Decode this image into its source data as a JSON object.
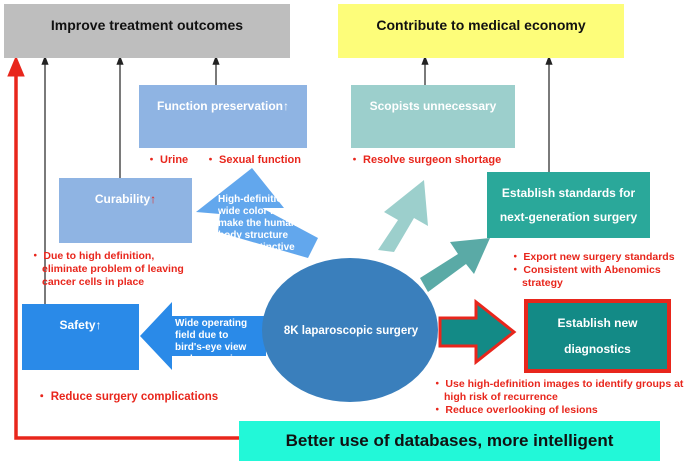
{
  "top_boxes": {
    "left": "Improve treatment outcomes",
    "right": "Contribute to medical economy"
  },
  "boxes": {
    "function_preservation": "Function preservation↑",
    "scopists": "Scopists unnecessary",
    "curability": "Curability",
    "curability_arrow": "↑",
    "standards_line1": "Establish standards for",
    "standards_line2": "next-generation surgery",
    "safety": "Safety↑",
    "diagnostics_line1": "Establish new",
    "diagnostics_line2": "diagnostics"
  },
  "center": "8K laparoscopic surgery",
  "notes": {
    "urine": "・ Urine",
    "sexual": "・ Sexual function",
    "shortage": "・ Resolve surgeon shortage",
    "cure_1": "・ Due to high definition,",
    "cure_2": "eliminate problem of leaving",
    "cure_3": "cancer cells in place",
    "export_1": "・ Export new surgery standards",
    "export_2": "・ Consistent with Abenomics",
    "export_3": "strategy",
    "complications": "・ Reduce surgery complications",
    "diag_1": "・ Use high-definition images to identify groups at",
    "diag_2": "high risk of recurrence",
    "diag_3": "・ Reduce overlooking of lesions"
  },
  "arrow_texts": {
    "upper_1": "High-definition",
    "upper_2": "wide color range",
    "upper_3": "make the human",
    "upper_4": "body structure",
    "upper_5": "more distinctive",
    "left_1": "Wide operating",
    "left_2": "field due to",
    "left_3": "bird's-eye view",
    "left_4": "and expansion"
  },
  "bottom_box": "Better use of databases, more intelligent",
  "colors": {
    "gray": "#bebebe",
    "yellow": "#fdfd7a",
    "light_blue": "#8fb4e3",
    "teal_light": "#9ccfcc",
    "teal": "#2aa89a",
    "dark_teal": "#138a86",
    "bright_blue": "#2a8ae8",
    "circle": "#3a7fbc",
    "red": "#e8261c",
    "cyan": "#22f8d8"
  }
}
